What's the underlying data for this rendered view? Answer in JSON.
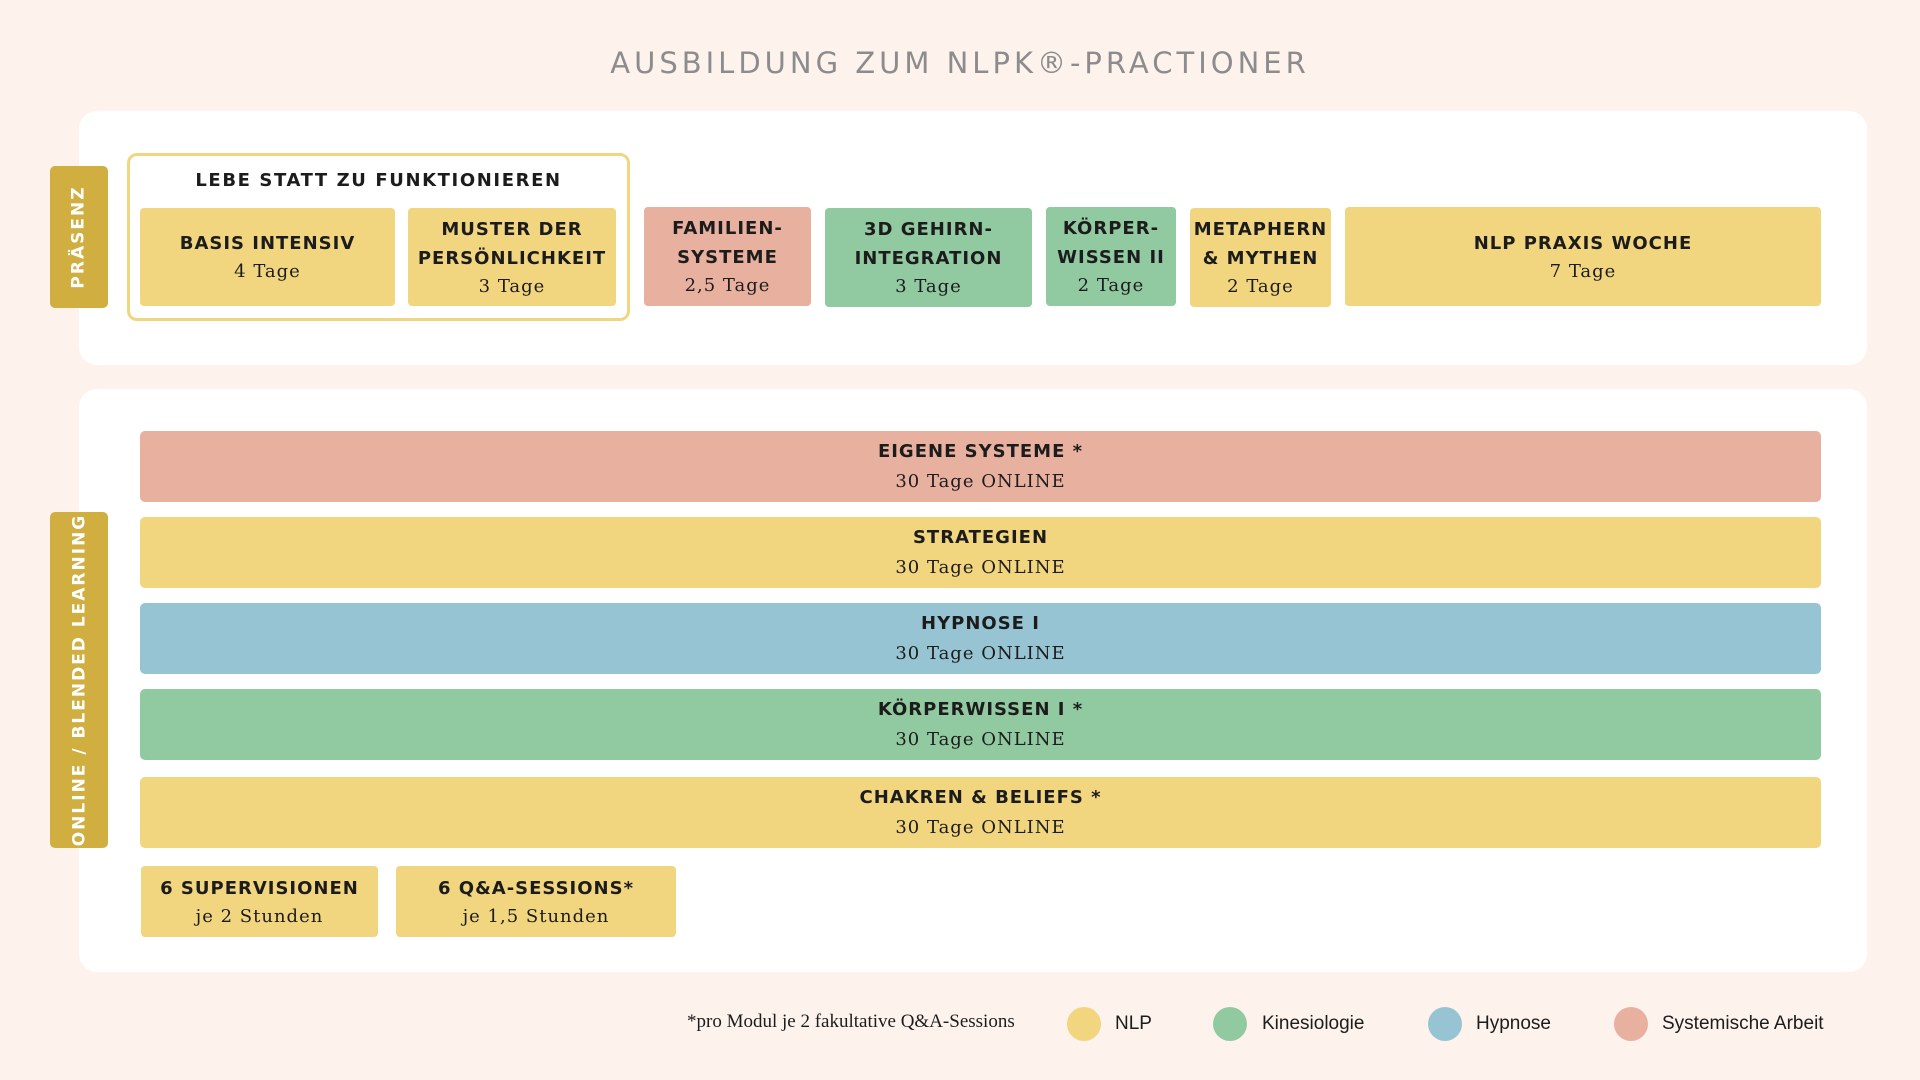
{
  "title": "AUSBILDUNG ZUM NLPK®-PRACTIONER",
  "colors": {
    "nlp": "#f1d57f",
    "kinesiologie": "#91c9a0",
    "hypnose": "#96c4d2",
    "systemisch": "#e8b09f",
    "accent": "#d0ae40"
  },
  "sections": {
    "praesenz": "PRÄSENZ",
    "online": "ONLINE / BLENDED LEARNING"
  },
  "group": {
    "title": "LEBE STATT ZU FUNKTIONIEREN"
  },
  "praesenz_modules": [
    {
      "title": "BASIS INTENSIV",
      "sub": "4 Tage",
      "category": "nlp"
    },
    {
      "title": "MUSTER DER\nPERSÖNLICHKEIT",
      "sub": "3 Tage",
      "category": "nlp"
    },
    {
      "title": "FAMILIEN-\nSYSTEME",
      "sub": "2,5 Tage",
      "category": "systemisch"
    },
    {
      "title": "3D GEHIRN-\nINTEGRATION",
      "sub": "3 Tage",
      "category": "kinesiologie"
    },
    {
      "title": "KÖRPER-\nWISSEN II",
      "sub": "2 Tage",
      "category": "kinesiologie"
    },
    {
      "title": "METAPHERN\n& MYTHEN",
      "sub": "2 Tage",
      "category": "nlp"
    },
    {
      "title": "NLP PRAXIS WOCHE",
      "sub": "7 Tage",
      "category": "nlp"
    }
  ],
  "online_modules": [
    {
      "title": "EIGENE SYSTEME *",
      "sub": "30 Tage ONLINE",
      "category": "systemisch"
    },
    {
      "title": "STRATEGIEN",
      "sub": "30 Tage ONLINE",
      "category": "nlp"
    },
    {
      "title": "HYPNOSE I",
      "sub": "30 Tage ONLINE",
      "category": "hypnose"
    },
    {
      "title": "KÖRPERWISSEN I *",
      "sub": "30 Tage ONLINE",
      "category": "kinesiologie"
    },
    {
      "title": "CHAKREN & BELIEFS *",
      "sub": "30 Tage ONLINE",
      "category": "nlp"
    }
  ],
  "extras": [
    {
      "title": "6 SUPERVISIONEN",
      "sub": "je 2 Stunden",
      "category": "nlp"
    },
    {
      "title": "6 Q&A-SESSIONS*",
      "sub": "je 1,5 Stunden",
      "category": "nlp"
    }
  ],
  "legend": {
    "note": "*pro Modul je 2 fakultative Q&A-Sessions",
    "items": [
      {
        "label": "NLP",
        "color": "#f1d57f"
      },
      {
        "label": "Kinesiologie",
        "color": "#91c9a0"
      },
      {
        "label": "Hypnose",
        "color": "#96c4d2"
      },
      {
        "label": "Systemische Arbeit",
        "color": "#e8b09f"
      }
    ]
  }
}
